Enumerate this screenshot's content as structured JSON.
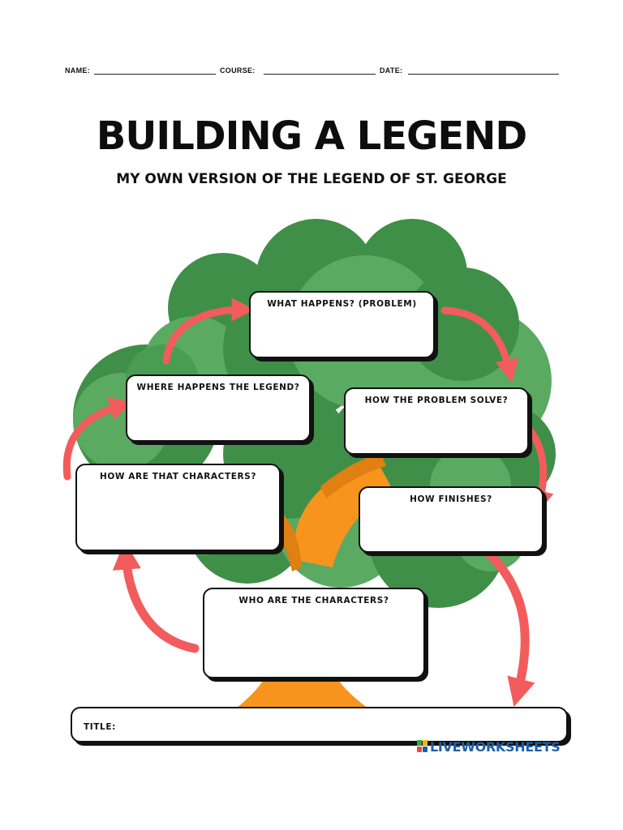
{
  "header": {
    "name_label": "NAME:",
    "course_label": "COURSE:",
    "date_label": "DATE:"
  },
  "title": "BUILDING A LEGEND",
  "subtitle": "MY OWN VERSION OF THE LEGEND OF ST. GEORGE",
  "boxes": {
    "what_happens": "WHAT HAPPENS? (PROBLEM)",
    "where_happens": "WHERE HAPPENS THE LEGEND?",
    "problem_solve": "HOW THE PROBLEM SOLVE?",
    "how_are_characters": "HOW ARE THAT CHARACTERS?",
    "how_finishes": "HOW FINISHES?",
    "who_are_characters": "WHO ARE THE CHARACTERS?",
    "title_label": "TITLE:"
  },
  "watermark": {
    "text": "LIVEWORKSHEETS"
  },
  "colors": {
    "foliage_dark": "#3f8f48",
    "foliage_light": "#5aaa62",
    "trunk": "#f7941d",
    "trunk_shade": "#e07f12",
    "arrow": "#f25c5c",
    "brand_blue": "#1f5fa8"
  }
}
